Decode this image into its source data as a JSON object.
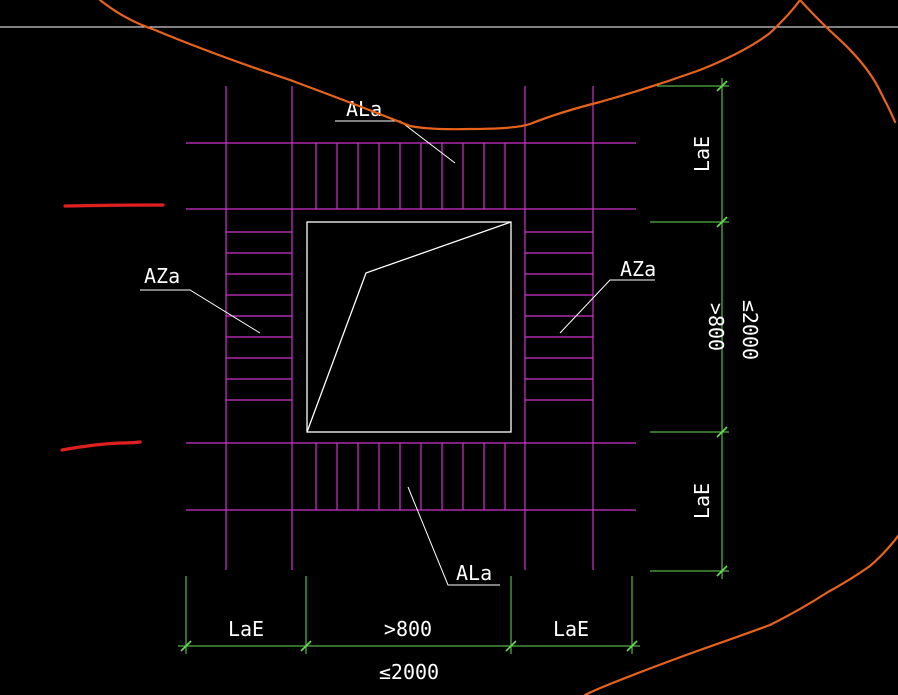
{
  "labels": {
    "ala_top": "ALa",
    "ala_bottom": "ALa",
    "aza_left": "AZa",
    "aza_right": "AZa"
  },
  "dimensions": {
    "bottom": {
      "left": "LaE",
      "middle": ">800",
      "right": "LaE",
      "total": "≤2000"
    },
    "right": {
      "top": "LaE",
      "middle": ">800",
      "bottom": "LaE",
      "total": "≤2000"
    }
  },
  "colors": {
    "background": "#000000",
    "rebar": "#cc33cc",
    "dimension": "#66dd55",
    "leader": "#ffffff",
    "opening": "#ffffff",
    "markup_orange": "#e8631a",
    "markup_red": "#e02020",
    "ref_line": "#ffffff"
  }
}
